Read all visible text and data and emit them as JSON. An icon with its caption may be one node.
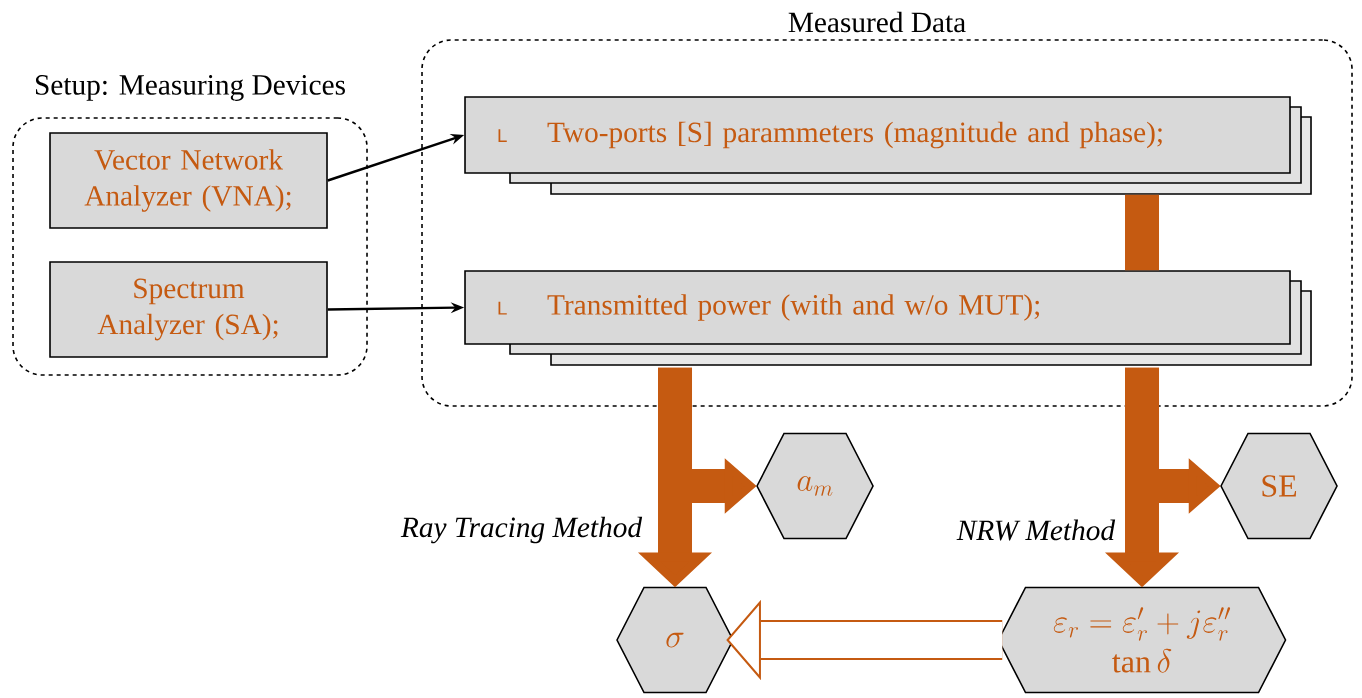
{
  "diagram": {
    "nodes": [
      {
        "text": [
          "Setup: Measuring Devices"
        ]
      },
      {
        "text": [
          "Vector Network Analyzer (VNA);"
        ],
        "in": 0
      },
      {
        "text": [
          "Spectrum Analyzer (SA);"
        ],
        "in": 0
      },
      {
        "text": [
          "Measured Data"
        ]
      },
      {
        "text": [
          "L",
          "Two-ports [S] parammeters (magnitude and phase);"
        ],
        "in": 3
      },
      {
        "text": [
          "L",
          "Transmitted power (with and w/o MUT);"
        ],
        "in": 3
      },
      {
        "text": [
          "a_m"
        ]
      },
      {
        "text": [
          "SE"
        ]
      },
      {
        "text": [
          "\\sigma"
        ]
      },
      {
        "text": [
          "\\varepsilon_r = \\varepsilon_r' + j\\varepsilon_r''",
          "\\tan\\delta"
        ]
      }
    ],
    "edges": [
      {
        "from": 1,
        "to": 4,
        "arrow": "to",
        "color": "#000000"
      },
      {
        "from": 2,
        "to": 5,
        "arrow": "to",
        "color": "#000000"
      },
      {
        "from": 4,
        "to": 5,
        "arrow": "none"
      },
      {
        "from": 5,
        "to": 8,
        "arrow": "to",
        "label": "Ray Tracing Method"
      },
      {
        "from": 5,
        "to": 6,
        "arrow": "to"
      },
      {
        "from": 5,
        "to": 9,
        "arrow": "to",
        "label": "NRW Method"
      },
      {
        "from": 5,
        "to": 7,
        "arrow": "to"
      },
      {
        "from": 9,
        "to": 8,
        "arrow": "to"
      }
    ]
  }
}
